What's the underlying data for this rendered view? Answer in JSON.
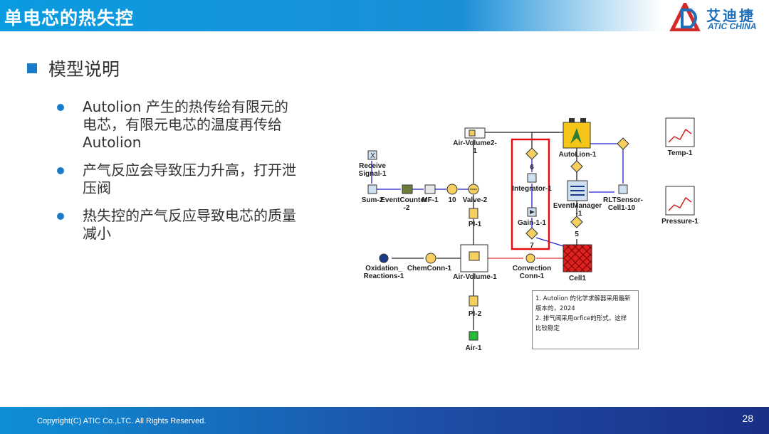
{
  "header": {
    "title": "单电芯的热失控",
    "logo_cn": "艾迪捷",
    "logo_en": "ATIC CHINA"
  },
  "section_heading": "模型说明",
  "bullets": [
    {
      "line1": "Autolion 产生的热传给有限元的",
      "line2": "电芯，有限元电芯的温度再传给",
      "line3": "Autolion"
    },
    {
      "line1": "产气反应会导致压力升高，打开泄",
      "line2": "压阀"
    },
    {
      "line1": "热失控的产气反应导致电芯的质量",
      "line2": "减小"
    }
  ],
  "diagram": {
    "labels": {
      "receive_signal_1": "Receive",
      "receive_signal_2": "Signal-1",
      "sum": "Sum-2",
      "event_counter_1": "EventCounter",
      "event_counter_2": "-2",
      "mf": "MF-1",
      "n10": "10",
      "valve": "Valve-2",
      "pi1": "PI-1",
      "pi2": "PI-2",
      "air_volume2_1": "Air-Volume2-",
      "air_volume2_2": "1",
      "air_volume1": "Air-Volume-1",
      "air1": "Air-1",
      "oxidation_1": "Oxidation_",
      "oxidation_2": "Reactions-1",
      "chemconn": "ChemConn-1",
      "convection_1": "Convection",
      "convection_2": "Conn-1",
      "integrator": "Integrator-1",
      "gain": "Gain-1-1",
      "n6": "6",
      "n7": "7",
      "n5": "5",
      "autolion": "AutoLion-1",
      "eventmanager_1": "EventManager",
      "eventmanager_2": "-1",
      "rltsensor_1": "RLTSensor-",
      "rltsensor_2": "Cell1-10",
      "cell1": "Cell1",
      "temp": "Temp-1",
      "pressure": "Pressure-1"
    },
    "note": {
      "line1": "1. Autolion 的化学求解器采用最新",
      "line2": "版本的，2024",
      "line3": "2. 排气阀采用orfice的形式，这样",
      "line4": "比较稳定"
    },
    "colors": {
      "highlight": "#e01010",
      "connector_red": "#e03030",
      "connector_blue": "#2222cc",
      "cell": "#dd2222",
      "battery": "#f5c518"
    }
  },
  "footer": {
    "copyright": "Copyright(C) ATIC Co.,LTC. All Rights Reserved.",
    "page_number": "28"
  }
}
